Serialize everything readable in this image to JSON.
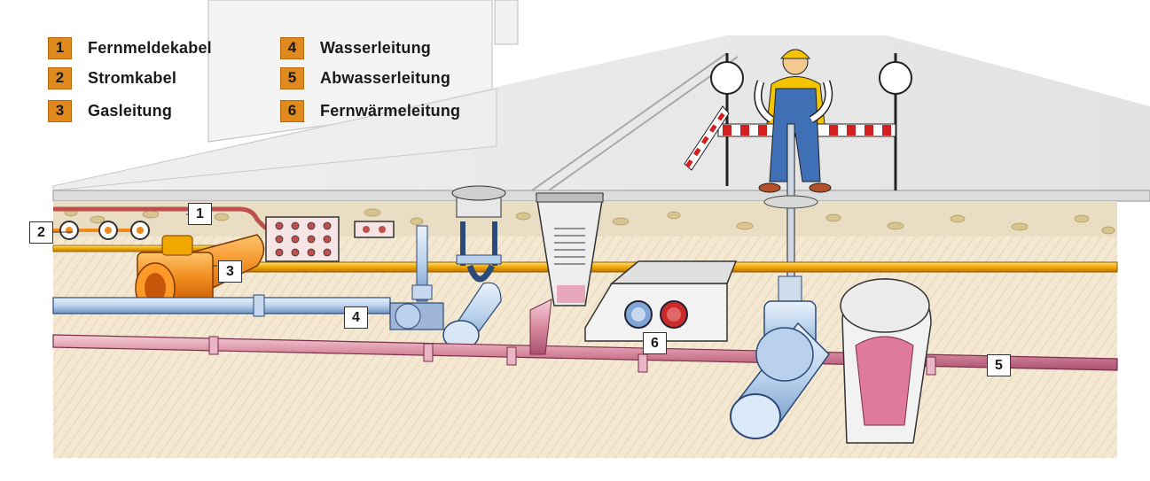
{
  "legend": [
    {
      "num": "1",
      "label": "Fernmeldekabel"
    },
    {
      "num": "2",
      "label": "Stromkabel"
    },
    {
      "num": "3",
      "label": "Gasleitung"
    },
    {
      "num": "4",
      "label": "Wasserleitung"
    },
    {
      "num": "5",
      "label": "Abwasserleitung"
    },
    {
      "num": "6",
      "label": "Fernwärmeleitung"
    }
  ],
  "callouts": {
    "c1": "1",
    "c2": "2",
    "c3": "3",
    "c4": "4",
    "c5": "5",
    "c6": "6"
  },
  "colors": {
    "legend_badge": "#e08a1e",
    "telecom_cable": "#c0504d",
    "gas_pipe": "#f0a800",
    "water_pipe": "#b8d0ea",
    "sewer_pipe": "#d98aa0",
    "heating_hot": "#cc2b2b",
    "heating_cold": "#7fa6d6",
    "soil": "#f3e6cf",
    "worker_overall": "#3f6fb5",
    "worker_vest": "#f5c400"
  }
}
